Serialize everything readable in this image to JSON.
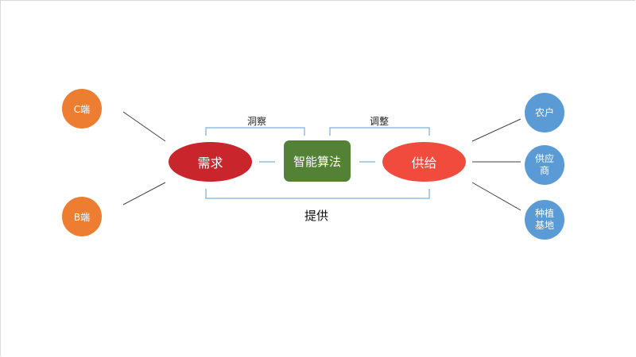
{
  "diagram": {
    "left_nodes": [
      {
        "label": "C端",
        "color": "#ed7d31"
      },
      {
        "label": "B端",
        "color": "#ed7d31"
      }
    ],
    "demand": {
      "label": "需求",
      "color": "#c9252c"
    },
    "algorithm": {
      "label": "智能算法",
      "color": "#538135"
    },
    "supply": {
      "label": "供给",
      "color": "#f04b3d"
    },
    "right_nodes": [
      {
        "label": "农户",
        "color": "#5b9bd5"
      },
      {
        "label": "供应商",
        "color": "#5b9bd5"
      },
      {
        "label": "种植基地",
        "color": "#5b9bd5"
      }
    ],
    "edge_labels": {
      "insight": "洞察",
      "adjust": "调整",
      "provide": "提供"
    },
    "connector_color": "#5b9bd5",
    "line_color": "#404040"
  }
}
